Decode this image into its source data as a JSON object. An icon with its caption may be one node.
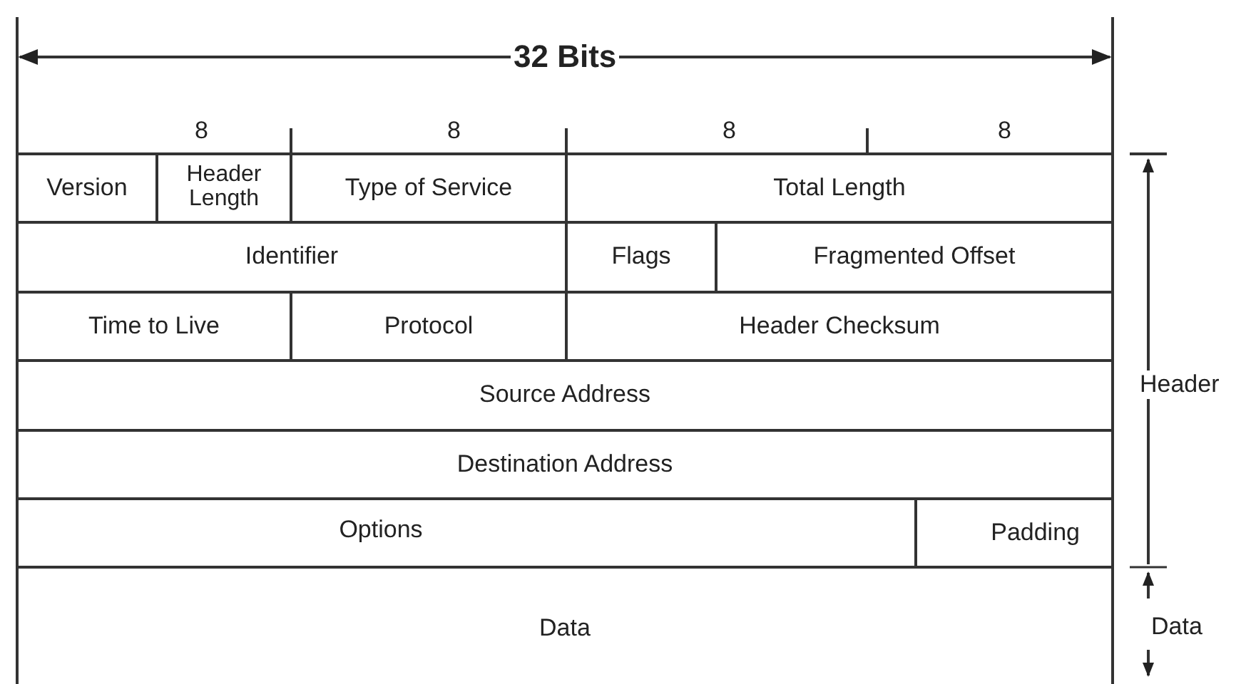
{
  "diagram": {
    "nodes": [
      {
        "text": [
          "Version"
        ]
      },
      {
        "text": [
          "Header Length"
        ]
      },
      {
        "text": [
          "Type of Service"
        ]
      },
      {
        "text": [
          "Total Length"
        ]
      },
      {
        "text": [
          "Identifier"
        ]
      },
      {
        "text": [
          "Flags"
        ]
      },
      {
        "text": [
          "Fragmented Offset"
        ]
      },
      {
        "text": [
          "Time to Live"
        ]
      },
      {
        "text": [
          "Protocol"
        ]
      },
      {
        "text": [
          "Header Checksum"
        ]
      },
      {
        "text": [
          "Source Address"
        ]
      },
      {
        "text": [
          "Destination Address"
        ]
      },
      {
        "text": [
          "Options"
        ]
      },
      {
        "text": [
          "Padding"
        ]
      },
      {
        "text": [
          "Data"
        ]
      }
    ],
    "labels": [
      "32 Bits",
      "8",
      "8",
      "8",
      "8",
      "Header",
      "Data"
    ]
  }
}
